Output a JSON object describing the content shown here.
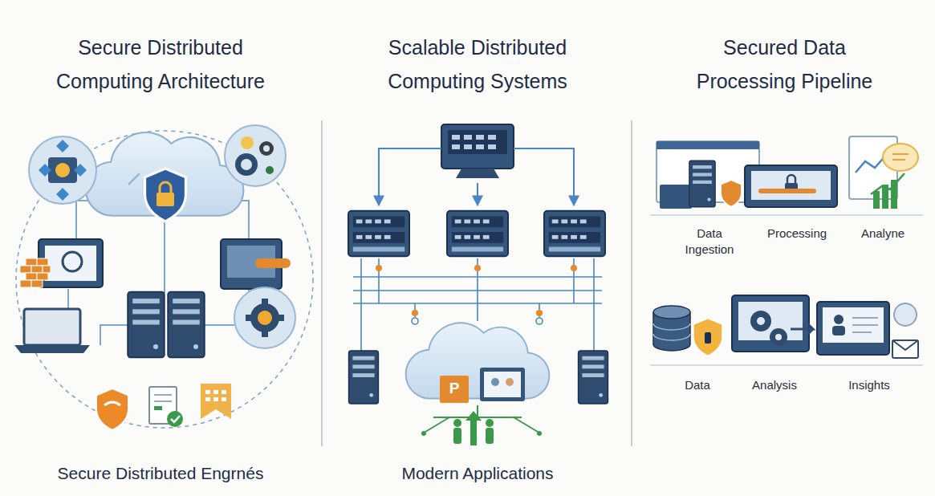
{
  "diagram": {
    "nodes": [
      {
        "text": [
          "Secure Distributed Computing Architecture",
          "Secure Distributed Engrnés"
        ]
      },
      {
        "text": [
          "Scalable Distributed Computing Systems",
          "Modern Applications"
        ]
      },
      {
        "text": [
          "Secured Data Processing Pipeline"
        ]
      }
    ],
    "labels": [
      "Data Ingestion",
      "Processing",
      "Analyne",
      "Data",
      "Analysis",
      "Insights",
      "P"
    ]
  }
}
